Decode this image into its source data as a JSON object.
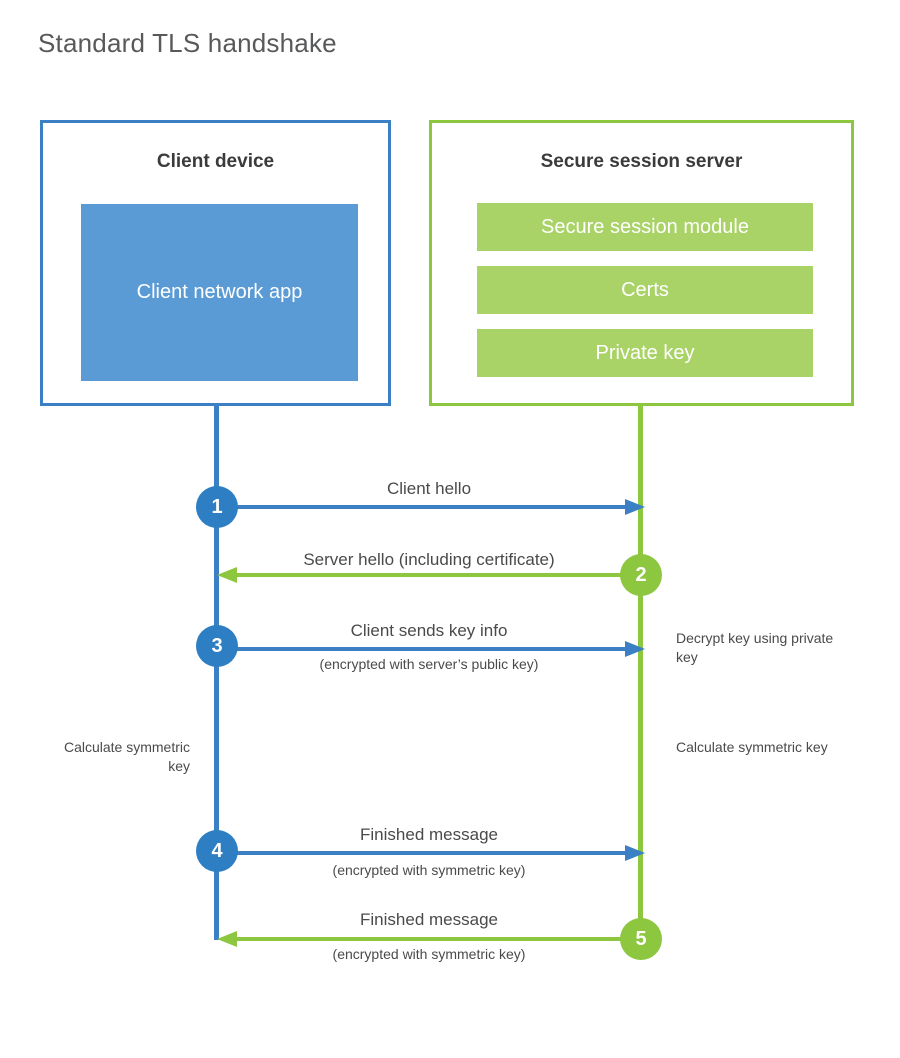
{
  "title": "Standard TLS handshake",
  "colors": {
    "client_blue": "#3b7fc4",
    "client_block_blue": "#5b9bd5",
    "client_circle_blue": "#2d7ec2",
    "server_green": "#8dc63f",
    "server_bar_green": "#a9d267",
    "text_gray": "#4a4a4a",
    "title_gray": "#58595b",
    "heading_gray": "#3b3b3b",
    "background": "#ffffff"
  },
  "parties": {
    "client": {
      "title": "Client device",
      "block_label": "Client network app"
    },
    "server": {
      "title": "Secure session server",
      "bars": [
        "Secure session module",
        "Certs",
        "Private key"
      ]
    }
  },
  "steps": [
    {
      "number": "1",
      "label": "Client hello",
      "sub": "",
      "direction": "client-to-server",
      "color": "client"
    },
    {
      "number": "2",
      "label": "Server hello (including certificate)",
      "sub": "",
      "direction": "server-to-client",
      "color": "server"
    },
    {
      "number": "3",
      "label": "Client sends key info",
      "sub": "(encrypted with server’s public key)",
      "direction": "client-to-server",
      "color": "client"
    },
    {
      "number": "4",
      "label": "Finished message",
      "sub": "(encrypted with symmetric key)",
      "direction": "client-to-server",
      "color": "client"
    },
    {
      "number": "5",
      "label": "Finished message",
      "sub": "(encrypted with symmetric key)",
      "direction": "server-to-client",
      "color": "server"
    }
  ],
  "notes": {
    "decrypt_key": "Decrypt key using private key",
    "calculate_client": "Calculate symmetric key",
    "calculate_server": "Calculate symmetric key"
  }
}
